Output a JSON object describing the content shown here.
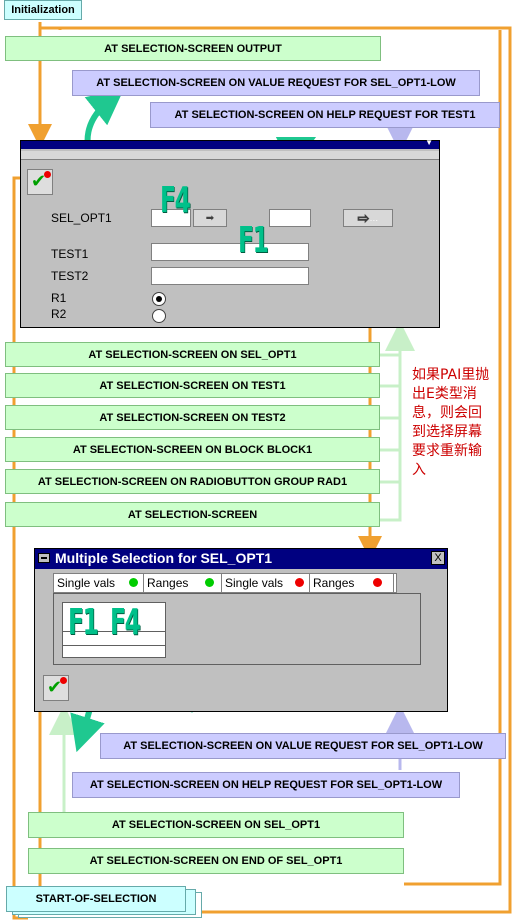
{
  "initialization": "Initialization",
  "pbo_event": "AT SELECTION-SCREEN OUTPUT",
  "value_request_low": "AT SELECTION-SCREEN ON VALUE REQUEST FOR SEL_OPT1-LOW",
  "help_request_test1": "AT SELECTION-SCREEN ON HELP REQUEST FOR TEST1",
  "screen": {
    "sel_opt1_label": "SEL_OPT1",
    "test1_label": "TEST1",
    "test2_label": "TEST2",
    "r1_label": "R1",
    "r2_label": "R2",
    "f4_key": "F4",
    "f1_key": "F1"
  },
  "pai_events": [
    "AT SELECTION-SCREEN ON SEL_OPT1",
    "AT SELECTION-SCREEN ON TEST1",
    "AT SELECTION-SCREEN ON TEST2",
    "AT SELECTION-SCREEN ON BLOCK BLOCK1",
    "AT SELECTION-SCREEN ON RADIOBUTTON GROUP RAD1",
    "AT SELECTION-SCREEN"
  ],
  "note_lines": [
    "如果PAI里抛",
    "出E类型消",
    "息，则会回",
    "到选择屏幕",
    "要求重新输",
    "入"
  ],
  "multi": {
    "title": "Multiple Selection for SEL_OPT1",
    "close": "X",
    "tabs": [
      "Single vals",
      "Ranges",
      "Single vals",
      "Ranges"
    ],
    "f1_key": "F1",
    "f4_key": "F4"
  },
  "ms_value_request": "AT SELECTION-SCREEN ON VALUE REQUEST FOR SEL_OPT1-LOW",
  "ms_help_request": "AT SELECTION-SCREEN ON HELP REQUEST FOR SEL_OPT1-LOW",
  "ms_on_sel_opt1": "AT SELECTION-SCREEN ON SEL_OPT1",
  "ms_on_end": "AT SELECTION-SCREEN ON END OF SEL_OPT1",
  "start_of_selection": "START-OF-SELECTION",
  "colors": {
    "flow_orange": "#f0a030",
    "flow_green": "#c8f0c8",
    "flow_lavender": "#b8b8ee",
    "key_green": "#00c08a",
    "titlebar_blue": "#000080",
    "status_green": "#00cc00",
    "status_red": "#ee0000",
    "note_red": "#cc0000"
  }
}
